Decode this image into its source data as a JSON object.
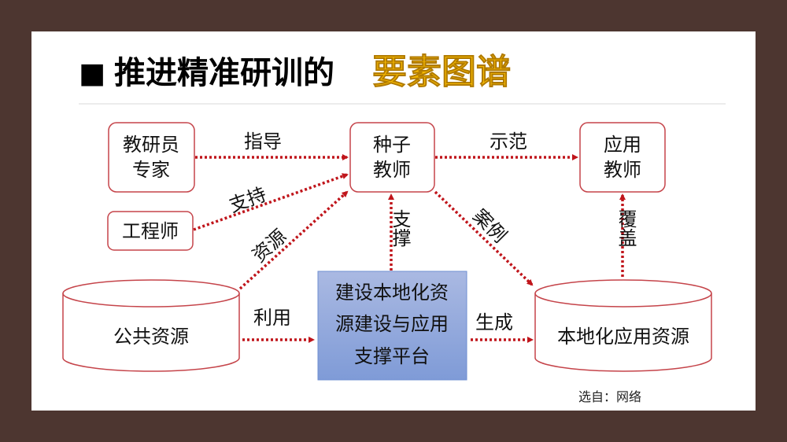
{
  "title": {
    "bullet": "■",
    "main": "推进精准研训的",
    "highlight": "要素图谱"
  },
  "colors": {
    "highlight": "#f5b800",
    "arrow": "#c0151b",
    "border": "#c5444a",
    "background": "#4d3630"
  },
  "nodes": {
    "expert": [
      "教研员",
      "专家"
    ],
    "engineer": "工程师",
    "seed_teacher": [
      "种子",
      "教师"
    ],
    "app_teacher": [
      "应用",
      "教师"
    ],
    "public_res": "公共资源",
    "platform": [
      "建设本地化资",
      "源建设与应用",
      "支撑平台"
    ],
    "local_res": "本地化应用资源"
  },
  "edges": {
    "guide": "指导",
    "support1": "支持",
    "resource": "资源",
    "use": "利用",
    "support2": "支撑",
    "case": "案例",
    "demo": "示范",
    "generate": "生成",
    "cover": "覆盖"
  },
  "source": "选自：网络"
}
